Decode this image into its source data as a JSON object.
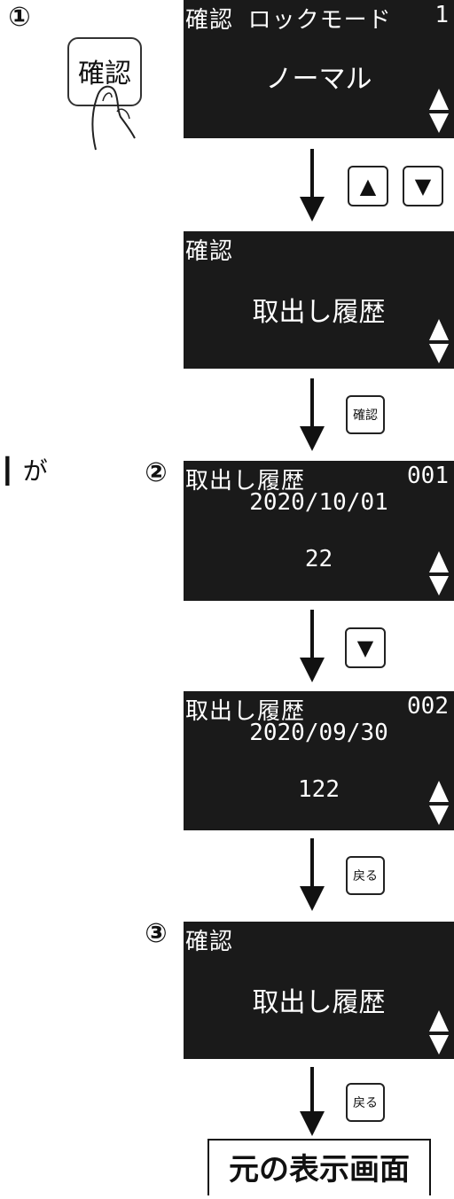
{
  "steps": {
    "one": "①",
    "two": "②",
    "three": "③"
  },
  "edge_fragment": "┃ が",
  "confirm_button_label": "確認",
  "screens": {
    "s1": {
      "head": "確認 ロックモード",
      "head_right": "1",
      "main": "ノーマル"
    },
    "s2": {
      "head": "確認",
      "main": "取出し履歴"
    },
    "s3": {
      "head": "取出し履歴",
      "head_right": "001",
      "date": "2020/10/01",
      "value": "22"
    },
    "s4": {
      "head": "取出し履歴",
      "head_right": "002",
      "date": "2020/09/30",
      "value": "122"
    },
    "s5": {
      "head": "確認",
      "main": "取出し履歴"
    }
  },
  "keys": {
    "up_symbol": "▲",
    "down_symbol": "▼",
    "confirm_label": "確認",
    "back_label": "戻る"
  },
  "final_label": "元の表示画面",
  "colors": {
    "lcd_bg": "#1a1a1a",
    "lcd_fg": "#ffffff"
  }
}
